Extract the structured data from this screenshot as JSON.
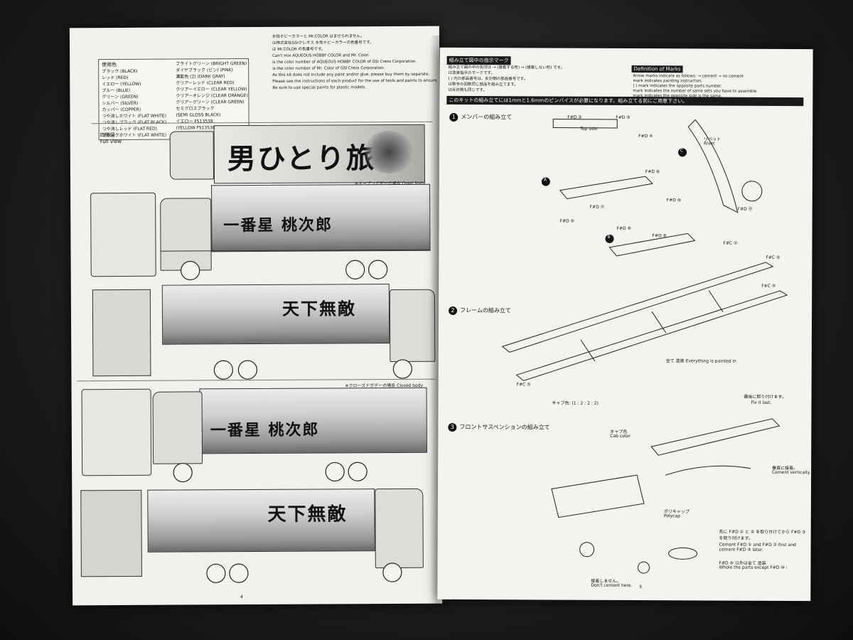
{
  "left_page": {
    "legend_title": "使用色",
    "color_list_col1": [
      "ブラック (BLACK)",
      "レッド (RED)",
      "イエロー (YELLOW)",
      "ブルー (BLUE)",
      "グリーン (GREEN)",
      "シルバー (SILVER)",
      "カッパー (COPPER)",
      "つや消しホワイト (FLAT WHITE)",
      "つや消しブラック (FLAT BLACK)",
      "つや消しレッド (FLAT RED)",
      "ブラックホワイト (FLAT WHITE)"
    ],
    "color_list_col2": [
      "ブライトグリーン (BRIGHT GREEN)",
      "ダイヤブラック (ピン) (PINK)",
      "濃藍色 (2) (DARK GRAY)",
      "クリアーレッド (CLEAR RED)",
      "クリアーイエロー (CLEAR YELLOW)",
      "クリアーオレンジ (CLEAR ORANGE)",
      "クリアーグリーン (CLEAR GREEN)",
      "セミグロスブラック",
      "(SEMI GLOSS BLACK)",
      "イエロー FS13538",
      "(YELLOW FS13538)"
    ],
    "notes": [
      "水性ホビーカラーと Mr.COLOR はまぜられません。",
      "は株式会社GSIクレオス 水性ホビーカラーの色番号です。",
      "は Mr.COLOR の色番号です。",
      "Can't mix AQUEOUS HOBBY COLOR and Mr. Color.",
      "is the color number of AQUEOUS HOBBY COLOR of GSI Creos Corporation.",
      "is the color number of Mr. Color of GSI Creos Corporation.",
      "As this kit does not include any paint and/or glue, please buy them by separate.",
      "Please see the instructions of each product for the use of tools and paints to ensure.",
      "Be sure to use special paints for plastic models."
    ],
    "section_jp": "四面図",
    "section_en": "Full view",
    "roof_text": "男ひとり旅",
    "open_body_note": "※オープンボデーの場合 Open body",
    "closed_body_note": "※クローズドボデーの場合 Closed body",
    "side_text_1": "一番星 桃次郎",
    "side_text_2": "天下無敵",
    "side_text_3": "一番星 桃次郎",
    "side_text_4": "天下無敵",
    "page_no": "4"
  },
  "right_page": {
    "marks_title_jp": "組み立て図中の指示マーク",
    "marks_title_en": "Definition of Marks",
    "marks_jp": [
      "組み立て図の中の矢印は → (接着する所) → (接着しない所) です。",
      "は塗装指示のマークです。",
      "( ) 内の部品番号は、反対側の部品番号です。",
      "は数字の回数同じ部品を組み立てます。",
      "は反対側も同じです。"
    ],
    "marks_en": [
      "Arrow marks indicate as follows: → cement → no cement",
      "mark indicates painting instruction.",
      "( ) mark indicates the opposite parts number.",
      "mark indicates the number of same sets you have to assemble.",
      "mark indicates the opposite side is the same."
    ],
    "pinvise_note": "このキットの組み立てには1mmと1.6mmのピンバイスが必要になります。組み立てる前にご用意下さい。",
    "step1_title": "メンバーの組み立て",
    "step2_title": "フレームの組み立て",
    "step3_title": "フロントサスペンションの組み立て",
    "step_numbers": [
      "1",
      "2",
      "3"
    ],
    "labels": {
      "top_side": "Top side",
      "everything_painted": "全て 塗装 Everything is painted in",
      "rivet_jp": "リベット",
      "rivet_en": "Rivet",
      "cab_color_jp": "キャブ色",
      "cab_color_en": "Cab color",
      "cab_color_seq": "キャブ色: (1 : 2 : 2 : 2)",
      "fix_last_jp": "最後に取り付けます。",
      "fix_last_en": "Fix it last.",
      "cement_vertical_jp": "垂直に接着。",
      "cement_vertical_en": "Cement vertically.",
      "polycap_jp": "ポリキャップ",
      "polycap_en": "Polycap",
      "dont_cement_jp": "接着しません。",
      "dont_cement_en": "Don't cement here.",
      "cement_first_jp": "先に F#D ① と ② を取り付けてから F#D ③ を取り付けます。",
      "cement_first_en": "Cement F#D ① and F#D ② first and cement F#D ③ later.",
      "except_jp": "F#D ⑩ 以外は全て 塗装",
      "except_en": "Whole the parts except F#D ⑩ :"
    },
    "part_codes": [
      "F#D ②",
      "F#D ③",
      "F#D ④",
      "F#D ⑤",
      "F#D ⑥",
      "F#D ⑦",
      "F#D ⑧",
      "F#D ⑨",
      "F#D ⑩",
      "F#D ⑪",
      "F#C ①",
      "F#C ②",
      "F#C ③",
      "F#C ⑤"
    ],
    "letters": [
      "A",
      "B",
      "C"
    ],
    "page_no": "5"
  }
}
